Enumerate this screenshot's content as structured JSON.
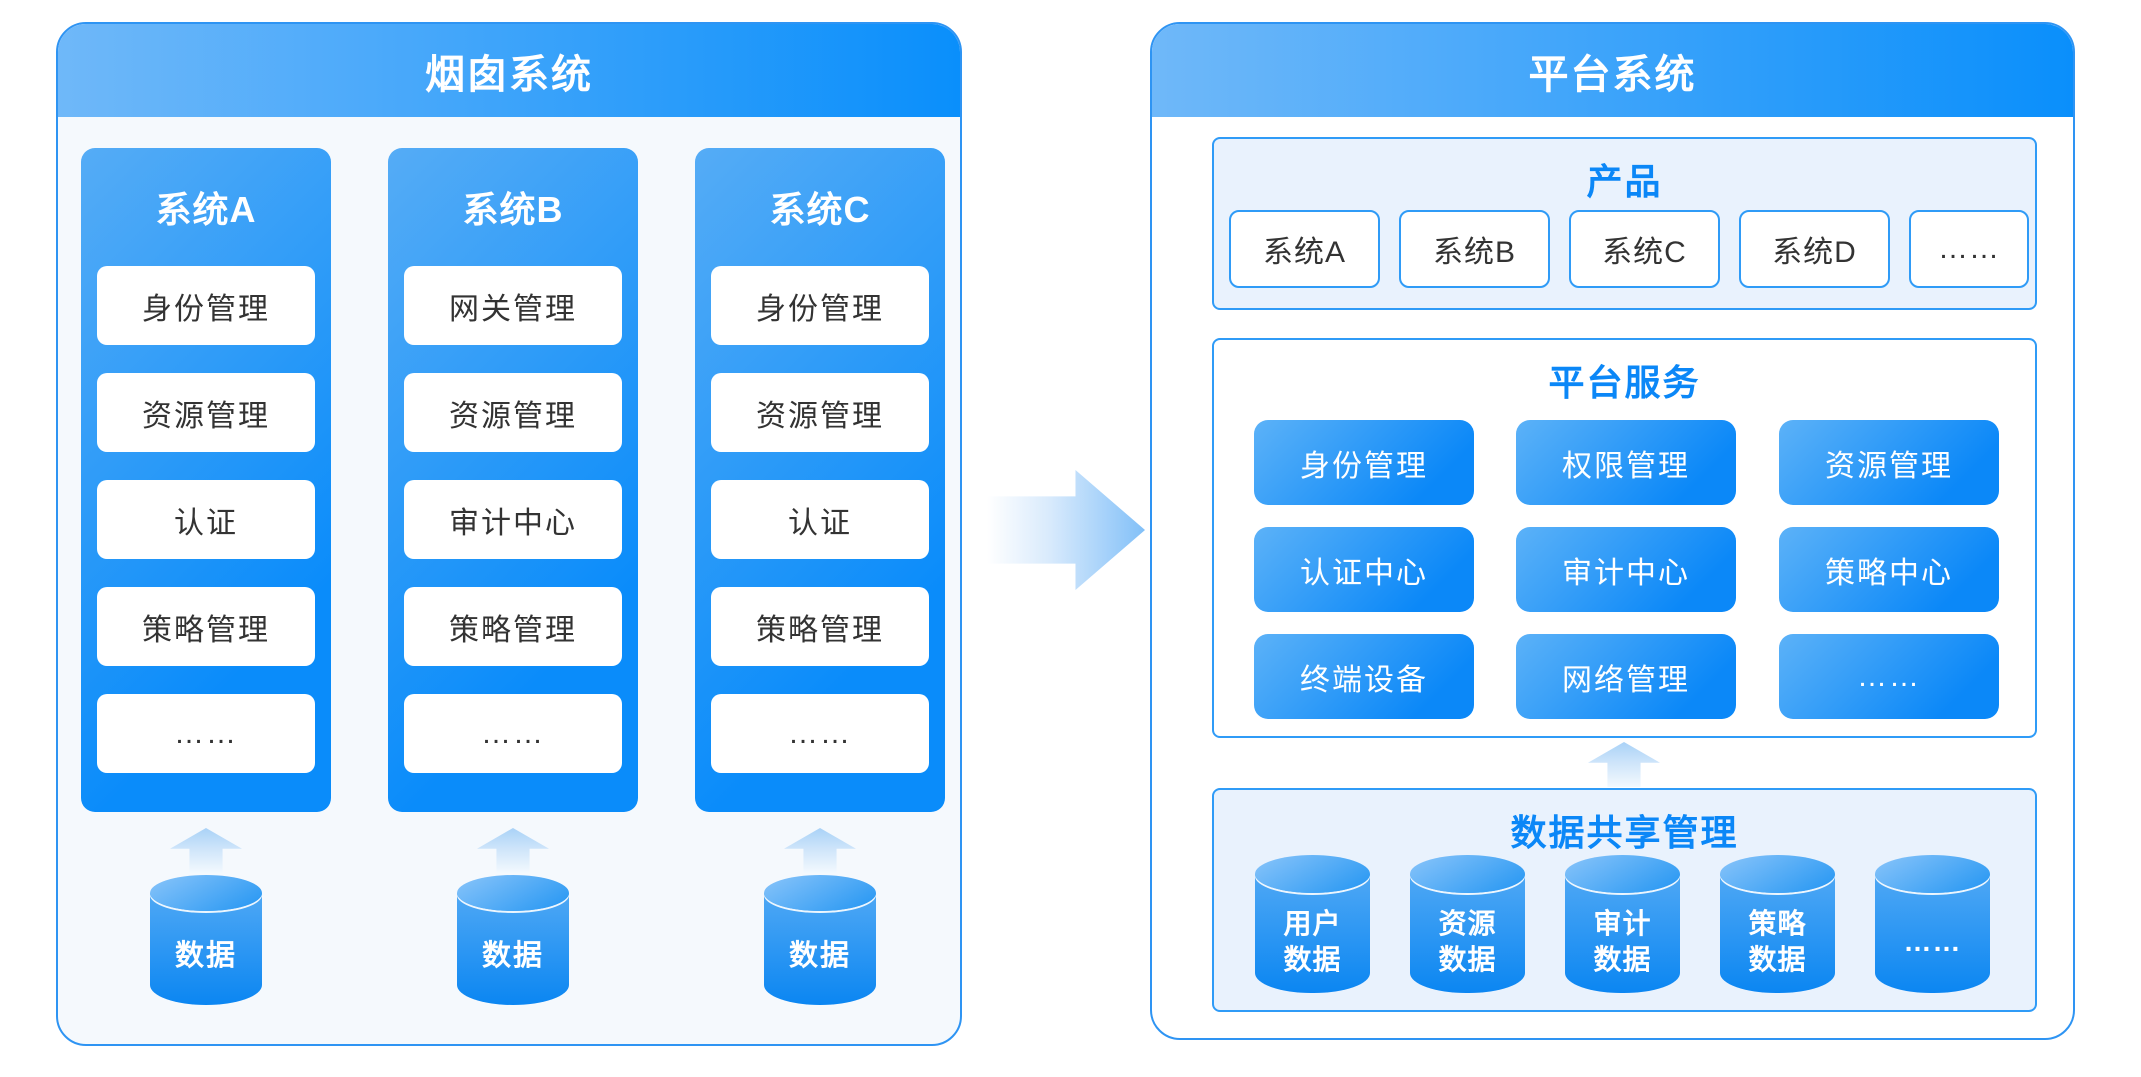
{
  "colors": {
    "panel_border": "#2e94f3",
    "header_gradient_start": "#6fb8f9",
    "header_gradient_end": "#0a8ffb",
    "column_gradient_start": "#55acf6",
    "column_gradient_end": "#0a8cfa",
    "section_border": "#2f9bf7",
    "section_tint_bg": "#e9f2fd",
    "accent_blue_text": "#0b87f7",
    "card_text": "#333333",
    "left_panel_bg": "#f5f9fd",
    "right_panel_bg": "#ffffff"
  },
  "left_panel": {
    "title": "烟囱系统",
    "systems": [
      {
        "title": "系统A",
        "modules": [
          "身份管理",
          "资源管理",
          "认证",
          "策略管理",
          "……"
        ],
        "data_label": "数据"
      },
      {
        "title": "系统B",
        "modules": [
          "网关管理",
          "资源管理",
          "审计中心",
          "策略管理",
          "……"
        ],
        "data_label": "数据"
      },
      {
        "title": "系统C",
        "modules": [
          "身份管理",
          "资源管理",
          "认证",
          "策略管理",
          "……"
        ],
        "data_label": "数据"
      }
    ]
  },
  "right_panel": {
    "title": "平台系统",
    "products": {
      "title": "产品",
      "items": [
        "系统A",
        "系统B",
        "系统C",
        "系统D",
        "……"
      ]
    },
    "services": {
      "title": "平台服务",
      "items": [
        "身份管理",
        "权限管理",
        "资源管理",
        "认证中心",
        "审计中心",
        "策略中心",
        "终端设备",
        "网络管理",
        "……"
      ]
    },
    "data_sharing": {
      "title": "数据共享管理",
      "stores": [
        {
          "lines": [
            "用户",
            "数据"
          ]
        },
        {
          "lines": [
            "资源",
            "数据"
          ]
        },
        {
          "lines": [
            "审计",
            "数据"
          ]
        },
        {
          "lines": [
            "策略",
            "数据"
          ]
        },
        {
          "lines": [
            "……"
          ]
        }
      ]
    }
  }
}
